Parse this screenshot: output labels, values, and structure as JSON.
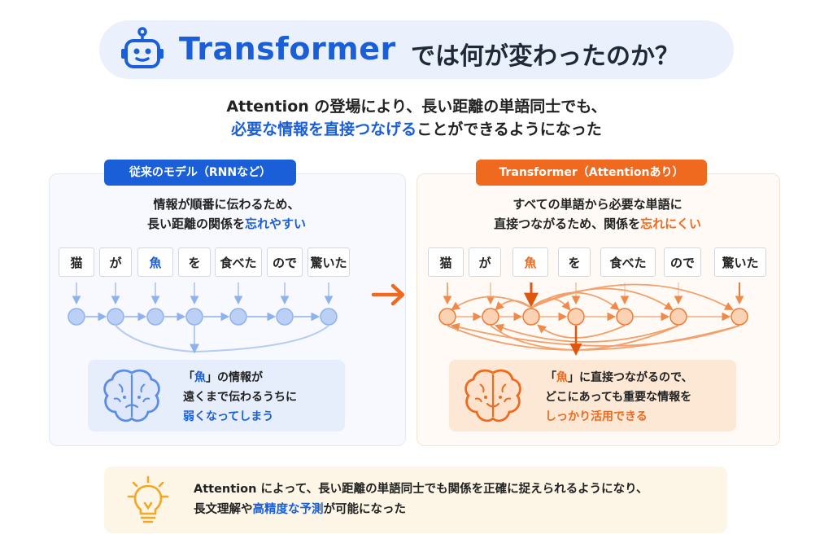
{
  "header": {
    "title_main": "Transformer",
    "title_rest": "では何が変わったのか？"
  },
  "subtitle": {
    "line1": "Attention の登場により、長い距離の単語同士でも、",
    "line2_highlight": "必要な情報を直接つなげる",
    "line2_rest": "ことができるようになった"
  },
  "left": {
    "pill": "従来のモデル（RNNなど）",
    "desc_line1": "情報が順番に伝わるため、",
    "desc_line2_plain": "長い距離の関係を",
    "desc_line2_highlight": "忘れやすい",
    "words": [
      "猫",
      "が",
      "魚",
      "を",
      "食べた",
      "ので",
      "驚いた"
    ],
    "info_line1_a": "「",
    "info_line1_fish": "魚",
    "info_line1_b": "」の情報が",
    "info_line2": "遠くまで伝わるうちに",
    "info_line3": "弱くなってしまう",
    "accent": "#1a5fd8"
  },
  "right": {
    "pill": "Transformer（Attentionあり）",
    "desc_line1": "すべての単語から必要な単語に",
    "desc_line2_plain": "直接つながるため、関係を",
    "desc_line2_highlight": "忘れにくい",
    "words": [
      "猫",
      "が",
      "魚",
      "を",
      "食べた",
      "ので",
      "驚いた"
    ],
    "info_line1_a": "「",
    "info_line1_fish": "魚",
    "info_line1_b": "」に直接つながるので、",
    "info_line2": "どこにあっても重要な情報を",
    "info_line3": "しっかり活用できる",
    "accent": "#ef6a1e"
  },
  "bottom": {
    "line1": "Attention によって、長い距離の単語同士でも関係を正確に捉えられるようになり、",
    "line2_a": "長文理解や",
    "line2_highlight": "高精度な予測",
    "line2_b": "が可能になった",
    "icon": "lightbulb-icon"
  }
}
